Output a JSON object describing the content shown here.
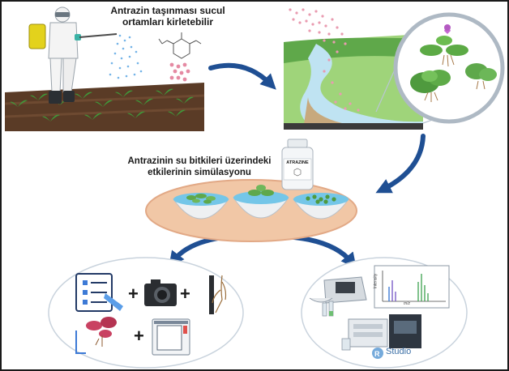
{
  "title_top": "Antrazin taşınması sucul\nortamları kirletebilir",
  "title_mid": "Antrazinin su bitkileri üzerindeki\netkilerinin simülasyonu",
  "reagent_label": "ATRAZINE",
  "spectrum_x_label": "m/z",
  "spectrum_y_label": "Intensity",
  "software_label": "Studio",
  "software_letter": "R",
  "plus_sign": "+",
  "colors": {
    "arrow": "#1f4f93",
    "soil": "#5a3b26",
    "water": "#bfe3f2",
    "plate": "#f1c7a6",
    "oval_border": "#c9d3dd"
  },
  "icons": [
    "farmer-sprayer-icon",
    "herbicide-molecule-icon",
    "river-landscape-icon",
    "aquatic-plants-magnifier-icon",
    "atrazine-bottle-icon",
    "bowl-icon",
    "clipboard-checklist-icon",
    "camera-icon",
    "root-ruler-icon",
    "leaf-scan-icon",
    "incubator-oven-icon",
    "spectrophotometer-icon",
    "mass-spectrum-icon",
    "chromatography-system-icon",
    "rstudio-icon"
  ]
}
